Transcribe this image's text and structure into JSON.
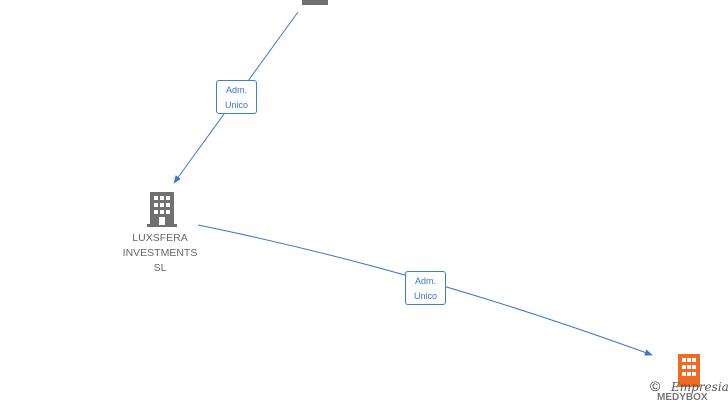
{
  "edges": [
    {
      "label_line1": "Adm.",
      "label_line2": "Unico"
    },
    {
      "label_line1": "Adm.",
      "label_line2": "Unico"
    }
  ],
  "nodes": {
    "luxsfera": {
      "name_line1": "LUXSFERA",
      "name_line2": "INVESTMENTS",
      "name_line3": "SL"
    }
  },
  "colors": {
    "edge": "#3a78c6",
    "building_gray": "#707070",
    "building_orange": "#f26a21"
  },
  "watermark": {
    "copyright_symbol": "©",
    "brand": "Empresia",
    "brand_partial": "MEDYBOX"
  }
}
